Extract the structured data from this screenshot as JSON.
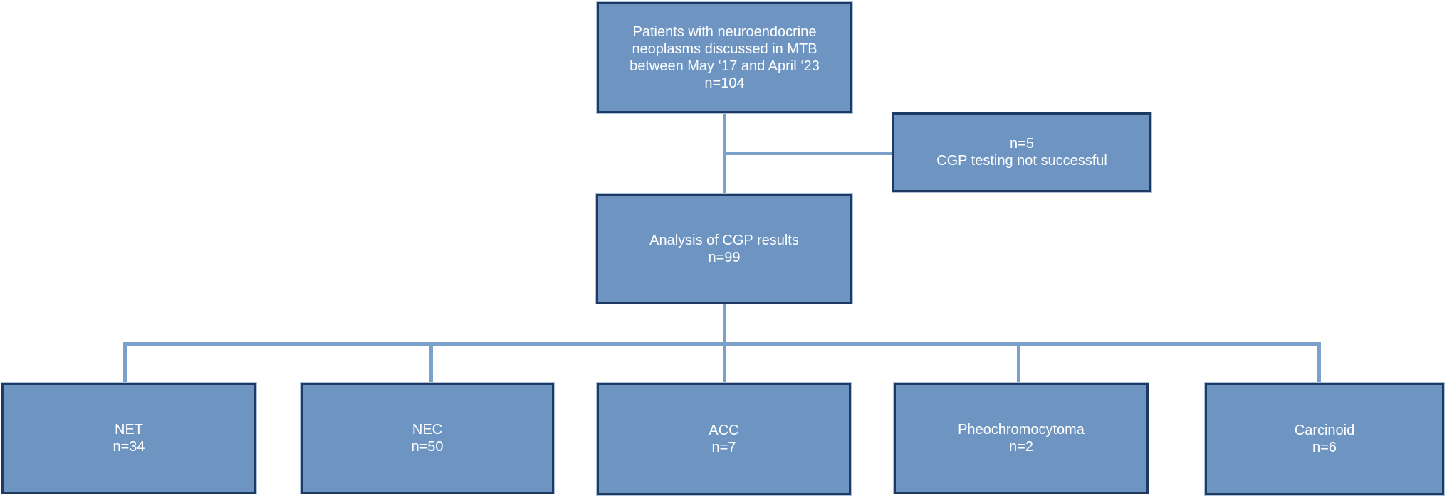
{
  "flowchart": {
    "colors": {
      "background": "#ffffff",
      "box_fill": "#6e95c2",
      "box_border": "#1e3a60",
      "connector": "#7ca2cc",
      "text": "#ffffff"
    },
    "top_box": {
      "text": "Patients with neuroendocrine\nneoplasms discussed in MTB\nbetween May ‘17 and April ‘23\nn=104"
    },
    "exclusion_box": {
      "count": "n=5",
      "label": "CGP testing not successful"
    },
    "analysis_box": {
      "label": "Analysis of CGP results",
      "count": "n=99"
    },
    "subgroup_boxes": [
      {
        "label": "NET",
        "count": "n=34"
      },
      {
        "label": "NEC",
        "count": "n=50"
      },
      {
        "label": "ACC",
        "count": "n=7"
      },
      {
        "label": "Pheochromocytoma",
        "count": "n=2"
      },
      {
        "label": "Carcinoid",
        "count": "n=6"
      }
    ]
  }
}
